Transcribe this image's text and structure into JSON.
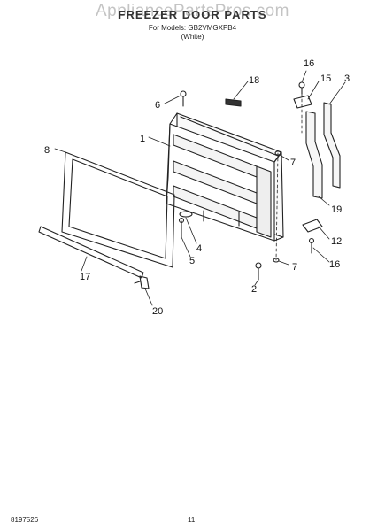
{
  "header": {
    "watermark": "AppliancePartsPros.com",
    "title": "FREEZER DOOR PARTS",
    "models": "For Models: GB2VMGXPB4",
    "color": "(White)"
  },
  "callouts": [
    {
      "id": "c1",
      "label": "1"
    },
    {
      "id": "c2",
      "label": "2"
    },
    {
      "id": "c3",
      "label": "3"
    },
    {
      "id": "c4",
      "label": "4"
    },
    {
      "id": "c5",
      "label": "5"
    },
    {
      "id": "c6",
      "label": "6"
    },
    {
      "id": "c7a",
      "label": "7"
    },
    {
      "id": "c7b",
      "label": "7"
    },
    {
      "id": "c8",
      "label": "8"
    },
    {
      "id": "c12",
      "label": "12"
    },
    {
      "id": "c15",
      "label": "15"
    },
    {
      "id": "c16a",
      "label": "16"
    },
    {
      "id": "c16b",
      "label": "16"
    },
    {
      "id": "c17",
      "label": "17"
    },
    {
      "id": "c18",
      "label": "18"
    },
    {
      "id": "c19",
      "label": "19"
    },
    {
      "id": "c20",
      "label": "20"
    }
  ],
  "footer": {
    "doc_number": "8197526",
    "page_number": "11"
  }
}
